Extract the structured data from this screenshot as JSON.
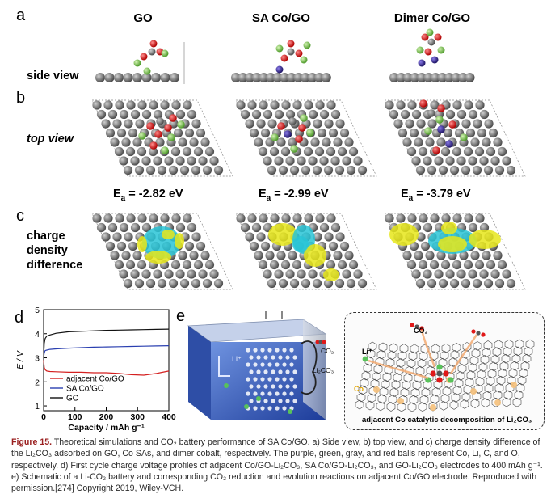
{
  "panels": {
    "a": "a",
    "b": "b",
    "c": "c",
    "d": "d",
    "e": "e"
  },
  "columns": {
    "go": "GO",
    "sa": "SA Co/GO",
    "dimer": "Dimer Co/GO"
  },
  "row_labels": {
    "side": "side view",
    "top": "top view",
    "charge1": "charge",
    "charge2": "density",
    "charge3": "difference"
  },
  "energies": [
    {
      "prefix": "E",
      "sub": "a",
      "value": " = -2.82 eV"
    },
    {
      "prefix": "E",
      "sub": "a",
      "value": " = -2.99 eV"
    },
    {
      "prefix": "E",
      "sub": "a",
      "value": " = -3.79 eV"
    }
  ],
  "atom_colors": {
    "carbon": "#7a7a7a",
    "cobalt": "#3a2c9a",
    "lithium": "#7ecb55",
    "oxygen": "#e01818",
    "charge_yellow": "#e6e61a",
    "charge_cyan": "#29c4d6"
  },
  "chart_data": {
    "type": "line",
    "xlabel": "Capacity / mAh g⁻¹",
    "ylabel": "E / V",
    "xlim": [
      0,
      400
    ],
    "ylim": [
      0.8,
      5
    ],
    "xticks": [
      0,
      100,
      200,
      300,
      400
    ],
    "yticks": [
      1,
      2,
      3,
      4,
      5
    ],
    "legend_placement": "bottom-left",
    "series": [
      {
        "name": "adjacent Co/GO",
        "color": "#d42020",
        "x": [
          0,
          2,
          5,
          10,
          20,
          40,
          80,
          120,
          160,
          200,
          240,
          280,
          320,
          360,
          400
        ],
        "y": [
          2.9,
          2.6,
          2.5,
          2.45,
          2.43,
          2.42,
          2.4,
          2.4,
          2.38,
          2.38,
          2.35,
          2.3,
          2.28,
          2.35,
          2.45
        ]
      },
      {
        "name": "SA Co/GO",
        "color": "#2a3fb0",
        "x": [
          0,
          2,
          5,
          10,
          20,
          40,
          80,
          120,
          160,
          200,
          240,
          280,
          320,
          360,
          400
        ],
        "y": [
          3.0,
          3.2,
          3.3,
          3.32,
          3.35,
          3.37,
          3.4,
          3.42,
          3.44,
          3.45,
          3.46,
          3.47,
          3.48,
          3.49,
          3.5
        ]
      },
      {
        "name": "GO",
        "color": "#111111",
        "x": [
          0,
          2,
          5,
          10,
          20,
          40,
          80,
          120,
          160,
          200,
          240,
          280,
          320,
          360,
          400
        ],
        "y": [
          3.0,
          3.6,
          3.8,
          3.9,
          3.95,
          4.02,
          4.08,
          4.1,
          4.12,
          4.14,
          4.15,
          4.16,
          4.17,
          4.18,
          4.19
        ]
      }
    ]
  },
  "schematic": {
    "li_plus": "Li⁺",
    "co2": "CO₂",
    "li2co3": "Li₂CO₃",
    "co": "Co",
    "battery_li": "Li⁺",
    "inset_caption": "adjacent Co catalytic decomposition of Li₂CO₃"
  },
  "caption": {
    "figure": "Figure 15.",
    "text": "Theoretical simulations and CO₂ battery performance of SA Co/GO. a) Side view, b) top view, and c) charge density difference of the Li₂CO₃ adsorbed on GO, Co SAs, and dimer cobalt, respectively. The purple, green, gray, and red balls represent Co, Li, C, and O, respectively. d) First cycle charge voltage profiles of adjacent Co/GO-Li₂CO₃, SA Co/GO-Li₂CO₃, and GO-Li₂CO₃ electrodes to 400 mAh g⁻¹. e) Schematic of a Li-CO₂ battery and corresponding CO₂ reduction and evolution reactions on adjacent Co/GO electrode. Reproduced with permission.[274] Copyright 2019, Wiley-VCH."
  }
}
